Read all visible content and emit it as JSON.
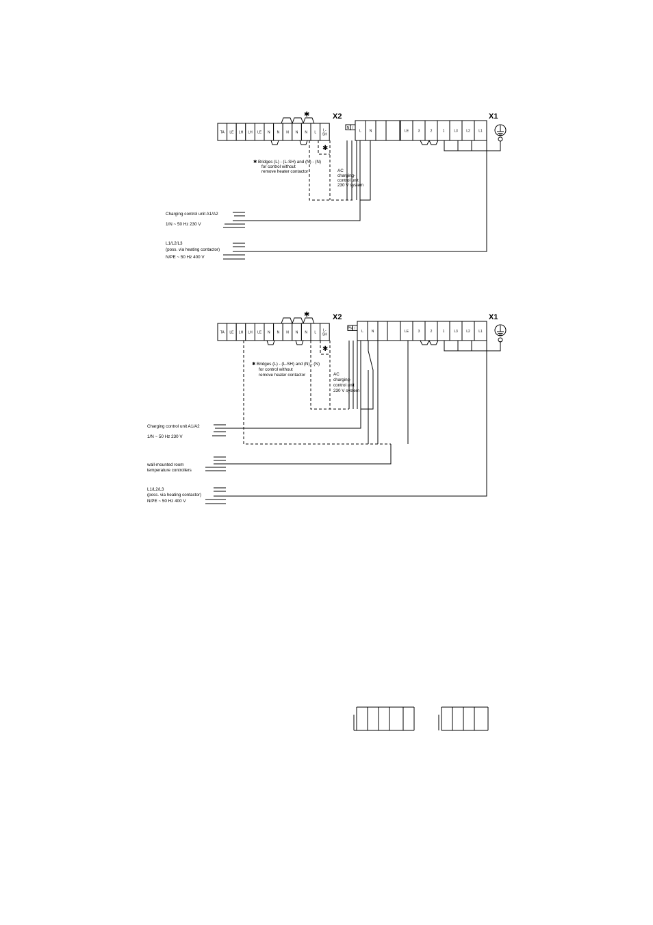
{
  "diagram_1": {
    "x2_label": "X2",
    "x1_label": "X1",
    "asterisk": "✱",
    "x2_terminals": [
      "TA",
      "LE",
      "LH",
      "LH",
      "LE",
      "N",
      "N",
      "N",
      "N",
      "N",
      "L",
      "L-SH"
    ],
    "small_terminals": [
      "N",
      "/",
      "/"
    ],
    "mid_terminals": [
      "L",
      "N",
      ""
    ],
    "x1_terminals": [
      "LE",
      "3",
      "2",
      "1",
      "L3",
      "L2",
      "L1"
    ],
    "bridge_note": [
      "✱ Bridges (L) - (L-SH) and (N) - (N)",
      "for control without",
      "remove heater contactor"
    ],
    "ac_note": [
      "AC",
      "charging-",
      "control unit",
      "230 V system"
    ],
    "charging_label": [
      "Charging control unit A1/A2",
      "1/N ~ 50 Hz 230 V"
    ],
    "supply_label": [
      "L1/L2/L3",
      "(poss. via heating contactor)",
      "N/PE ~ 50 Hz 400 V"
    ]
  },
  "diagram_2": {
    "x2_label": "X2",
    "x1_label": "X1",
    "asterisk": "✱",
    "x2_terminals": [
      "TA",
      "LE",
      "LH",
      "LH",
      "LE",
      "N",
      "N",
      "N",
      "N",
      "N",
      "L",
      "L-SH"
    ],
    "small_terminals": [
      "PN",
      "/",
      "/"
    ],
    "mid_terminals": [
      "L",
      "N",
      ""
    ],
    "x1_terminals": [
      "LE",
      "3",
      "2",
      "1",
      "L3",
      "L2",
      "L1"
    ],
    "bridge_note": [
      "✱ Bridges (L) - (L-SH) and (N) - (N)",
      "for control without",
      "remove heater contactor"
    ],
    "ac_note": [
      "AC",
      "charging-",
      "control unit",
      "230 V system"
    ],
    "charging_label": [
      "Charging control unit A1/A2",
      "1/N ~ 50 Hz 230 V"
    ],
    "room_label": [
      "wall-mounted room",
      "temperature controllers"
    ],
    "supply_label": [
      "L1/L2/L3",
      "(poss. via heating contactor)",
      "N/PE ~ 50 Hz 400 V"
    ]
  }
}
